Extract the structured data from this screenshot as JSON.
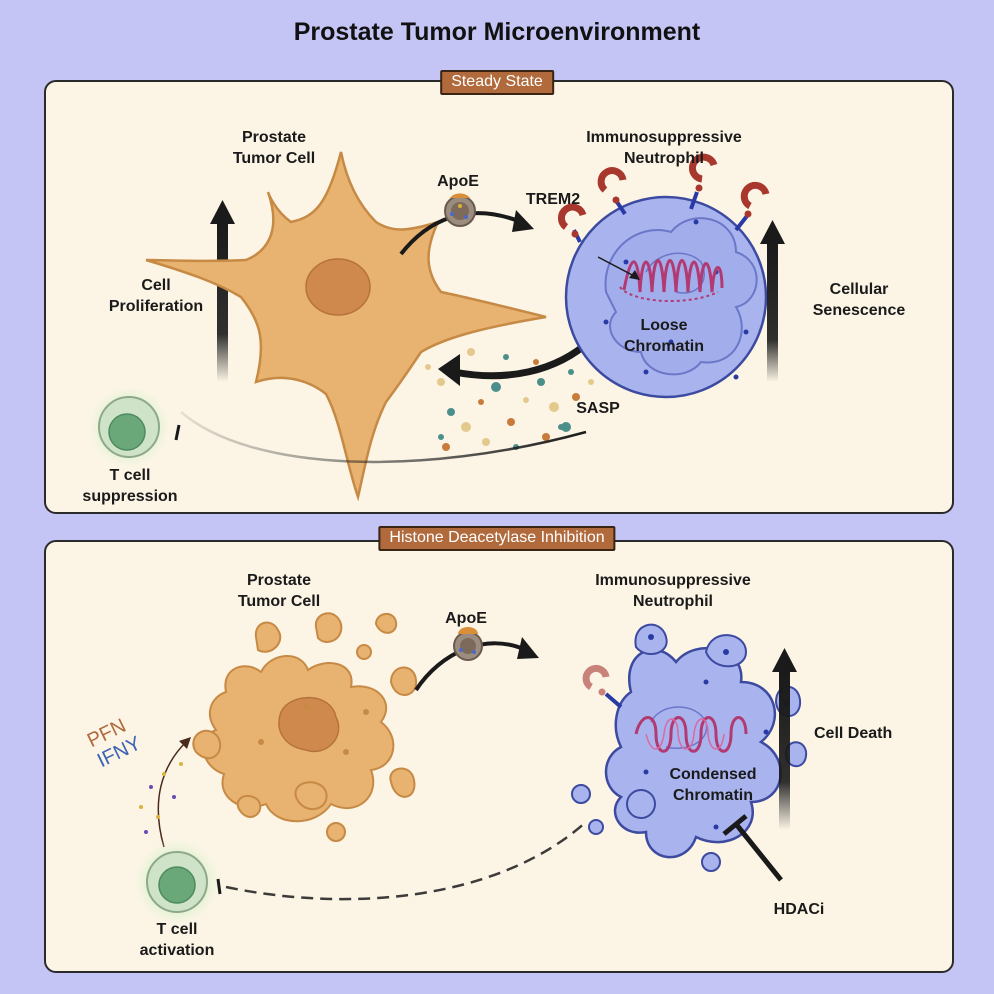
{
  "title": "Prostate Tumor Microenvironment",
  "steady": {
    "badge": "Steady State",
    "tumor_cell_line1": "Prostate",
    "tumor_cell_line2": "Tumor Cell",
    "neutrophil_line1": "Immunosuppressive",
    "neutrophil_line2": "Neutrophil",
    "apoe": "ApoE",
    "trem2": "TREM2",
    "proliferation_line1": "Cell",
    "proliferation_line2": "Proliferation",
    "senescence_line1": "Cellular",
    "senescence_line2": "Senescence",
    "chromatin_line1": "Loose",
    "chromatin_line2": "Chromatin",
    "sasp": "SASP",
    "tcell_line1": "T cell",
    "tcell_line2": "suppression"
  },
  "hdaci": {
    "badge": "Histone Deacetylase Inhibition",
    "tumor_cell_line1": "Prostate",
    "tumor_cell_line2": "Tumor Cell",
    "neutrophil_line1": "Immunosuppressive",
    "neutrophil_line2": "Neutrophil",
    "apoe": "ApoE",
    "cell_death": "Cell Death",
    "chromatin_line1": "Condensed",
    "chromatin_line2": "Chromatin",
    "pfn": "PFN",
    "ifny": "IFNY",
    "tcell_line1": "T cell",
    "tcell_line2": "activation",
    "hdaci_label": "HDACi"
  },
  "colors": {
    "background": "#c4c5f5",
    "panel": "#fcf5e6",
    "badge": "#b06a3c",
    "tumor_cell": "#e8b270",
    "neutrophil": "#a9b4ef",
    "chromatin": "#b23a72",
    "tcell": "#6aa87a"
  }
}
